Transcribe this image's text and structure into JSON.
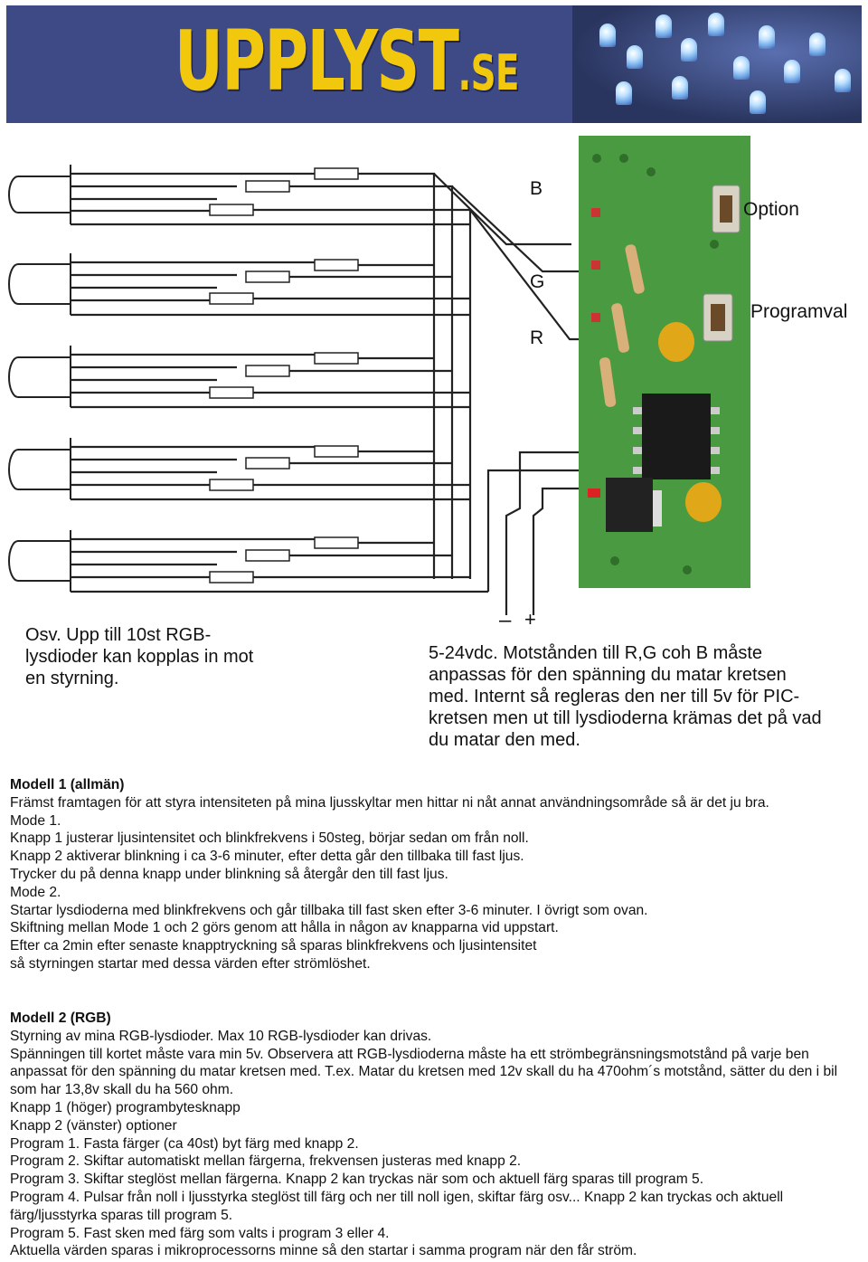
{
  "header": {
    "logo_main": "UPPLYST",
    "logo_tld": ".SE"
  },
  "diagram": {
    "labels": {
      "b": "B",
      "g": "G",
      "r": "R",
      "option": "Option",
      "program": "Programval",
      "minus": "–",
      "plus": "+"
    },
    "caption_left": "Osv. Upp till 10st RGB-lysdioder kan kopplas in mot en styrning.",
    "caption_right": "5-24vdc. Motstånden till R,G coh B måste anpassas för den spänning du matar kretsen med. Internt så regleras den ner till 5v för PIC-kretsen men ut till lysdioderna krämas det på vad du matar den med."
  },
  "model1": {
    "heading": "Modell 1 (allmän)",
    "lines": [
      "Främst framtagen för att styra intensiteten på mina ljusskyltar men hittar ni nåt annat användningsområde så är det ju bra.",
      "Mode 1.",
      "Knapp 1 justerar ljusintensitet och blinkfrekvens i 50steg, börjar sedan om från noll.",
      "Knapp 2 aktiverar blinkning i ca 3-6 minuter, efter detta går den tillbaka till fast ljus.",
      "Trycker du på denna knapp under blinkning så återgår den till fast ljus.",
      "Mode 2.",
      "Startar lysdioderna med blinkfrekvens och går tillbaka till fast sken efter 3-6 minuter. I övrigt som ovan.",
      "Skiftning mellan Mode 1 och 2 görs genom att hålla in någon av knapparna vid uppstart.",
      "Efter ca 2min efter senaste knapptryckning så sparas blinkfrekvens och ljusintensitet",
      "så styrningen startar med dessa värden efter strömlöshet."
    ]
  },
  "model2": {
    "heading": "Modell 2 (RGB)",
    "lines": [
      "Styrning av mina RGB-lysdioder. Max 10 RGB-lysdioder kan drivas.",
      "Spänningen till kortet måste vara min 5v. Observera att RGB-lysdioderna måste ha ett strömbegränsningsmotstånd på varje ben anpassat för den spänning du matar kretsen med. T.ex. Matar du kretsen med 12v skall du ha 470ohm´s motstånd, sätter du den i bil som har 13,8v skall du ha 560 ohm.",
      "Knapp 1 (höger) programbytesknapp",
      "Knapp 2 (vänster) optioner",
      "Program 1. Fasta färger (ca 40st) byt färg med knapp 2.",
      "Program 2. Skiftar automatiskt mellan färgerna, frekvensen justeras med knapp 2.",
      "Program 3. Skiftar steglöst mellan färgerna. Knapp 2 kan tryckas när som och aktuell färg sparas till program 5.",
      "Program 4. Pulsar från noll i ljusstyrka steglöst till färg och ner till noll igen, skiftar färg osv... Knapp 2 kan tryckas och aktuell färg/ljusstyrka sparas till program 5.",
      "Program 5. Fast sken med färg som valts i program 3 eller 4.",
      "Aktuella värden sparas i mikroprocessorns minne så den startar i samma program när den får ström."
    ]
  }
}
